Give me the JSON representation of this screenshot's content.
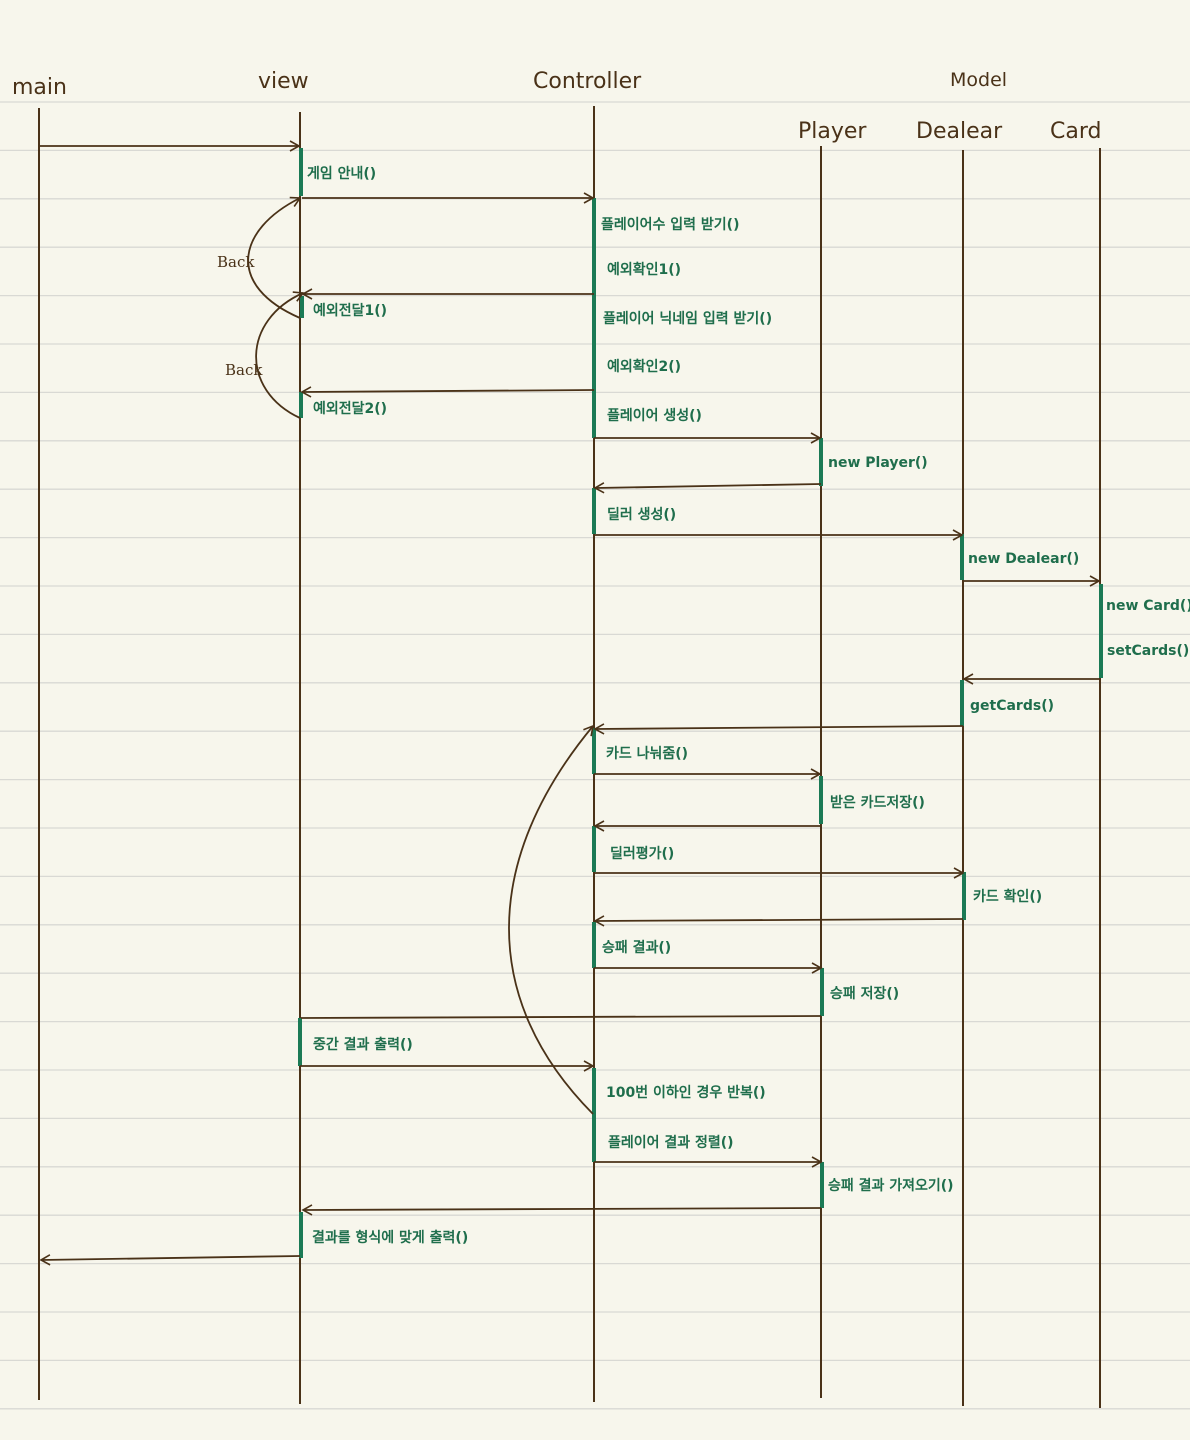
{
  "headers": {
    "main": "main",
    "view": "view",
    "controller": "Controller",
    "model": "Model",
    "player": "Player",
    "dealer": "Dealear",
    "card": "Card"
  },
  "messages": {
    "game_guide": "게임 안내()",
    "receive_player_names": "플레이어수 입력 받기()",
    "check_error_1": "예외확인1()",
    "deliver_error_1": "예외전달1()",
    "receive_nicknames": "플레이어 닉네임 입력 받기()",
    "check_error_2": "예외확인2()",
    "deliver_error_2": "예외전달2()",
    "create_player": "플레이어 생성()",
    "new_player": "new Player()",
    "create_dealer": "딜러 생성()",
    "new_dealer": "new Dealear()",
    "new_card": "new Card()",
    "set_cards": "setCards()",
    "get_cards": "getCards()",
    "deal_cards": "카드 나눠줌()",
    "save_cards": "받은 카드저장()",
    "dealer_eval": "딜러평가()",
    "card_check": "카드 확인()",
    "win_lose_result": "승패 결과()",
    "save_win_lose": "승패 저장()",
    "print_interim": "중간 결과 출력()",
    "repeat_100": "100번 이하인 경우 반복()",
    "sort_results": "플레이어 결과 정렬()",
    "fetch_results": "승패 결과 가져오기()",
    "print_formatted": "결과를 형식에 맞게 출력()"
  },
  "loops": {
    "back_1": "Back",
    "back_2": "Back"
  },
  "colors": {
    "background": "#f7f6ec",
    "ink": "#4a3218",
    "activation": "#1b7a55",
    "label": "#1f6e4c",
    "rule": "#d9d9d4"
  }
}
